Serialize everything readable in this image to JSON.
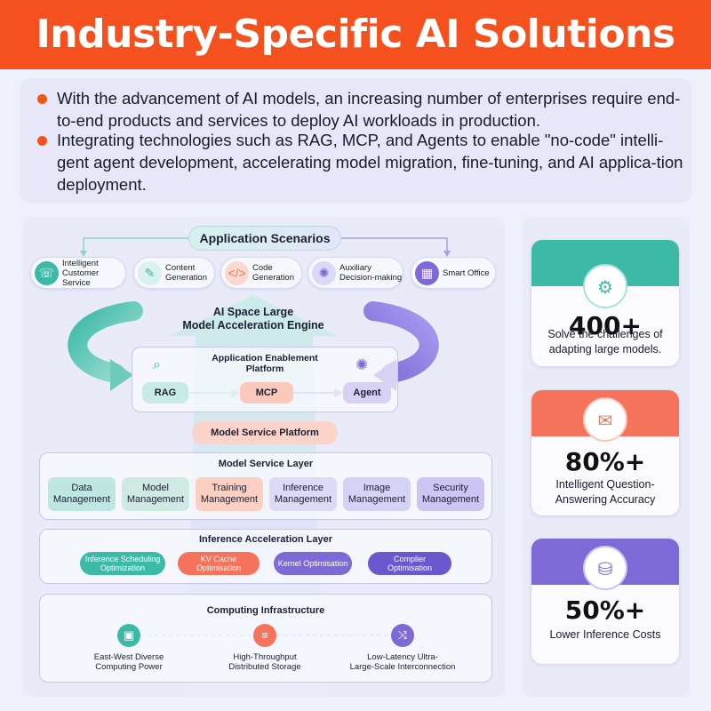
{
  "title": "Industry-Specific AI Solutions",
  "colors": {
    "accent": "#f4511e",
    "teal": "#3db9a7",
    "coral": "#f4735a",
    "purple": "#7d6ad6"
  },
  "intro": {
    "bullets": [
      "With the advancement of AI models, an increasing number of enterprises require end-to-end products and services to deploy AI workloads in production.",
      "Integrating technologies such as RAG, MCP, and Agents to enable \"no-code\" intelli-gent agent development, accelerating model migration, fine-tuning, and AI applica-tion deployment."
    ]
  },
  "diagram": {
    "application_scenarios": {
      "title": "Application Scenarios",
      "items": [
        {
          "label": "Intelligent\nCustomer Service",
          "icon": "headset-icon"
        },
        {
          "label": "Content\nGeneration",
          "icon": "pen-icon"
        },
        {
          "label": "Code\nGeneration",
          "icon": "code-icon"
        },
        {
          "label": "Auxiliary\nDecision-making",
          "icon": "brain-icon"
        },
        {
          "label": "Smart Office",
          "icon": "building-icon"
        }
      ]
    },
    "engine": "AI Space Large\nModel Acceleration Engine",
    "enablement": {
      "title": "Application Enablement\nPlatform",
      "chips": [
        "RAG",
        "MCP",
        "Agent"
      ]
    },
    "model_service_platform": "Model Service Platform",
    "model_service_layer": {
      "title": "Model Service Layer",
      "modules": [
        "Data\nManagement",
        "Model\nManagement",
        "Training\nManagement",
        "Inference\nManagement",
        "Image\nManagement",
        "Security\nManagement"
      ]
    },
    "inference_layer": {
      "title": "Inference Acceleration Layer",
      "chips": [
        "Inference Scheduling\nOptimization",
        "KV Cache\nOptimisation",
        "Kernel Optimisation",
        "Complier\nOptimisation"
      ]
    },
    "computing": {
      "title": "Computing Infrastructure",
      "items": [
        {
          "label": "East-West Diverse\nComputing Power",
          "icon": "chip-icon"
        },
        {
          "label": "High-Throughput\nDistributed Storage",
          "icon": "database-icon"
        },
        {
          "label": "Low-Latency Ultra-\nLarge-Scale Interconnection",
          "icon": "network-icon"
        }
      ]
    }
  },
  "stats": [
    {
      "value": "400+",
      "label": "Solve the challenges of\nadapting large models.",
      "icon": "team-gear-icon",
      "color": "#3db9a7"
    },
    {
      "value": "80%+",
      "label": "Intelligent Question-\nAnswering Accuracy",
      "icon": "chat-check-icon",
      "color": "#f4735a"
    },
    {
      "value": "50%+",
      "label": "Lower Inference Costs",
      "icon": "cost-down-icon",
      "color": "#7d6ad6"
    }
  ]
}
